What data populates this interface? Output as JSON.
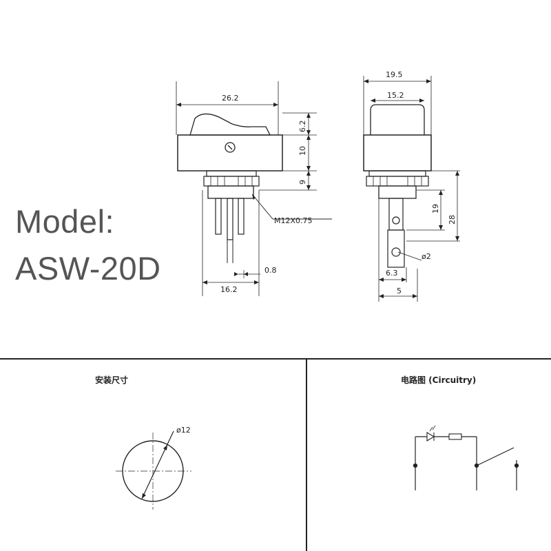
{
  "model": {
    "label": "Model:",
    "number": "ASW-20D"
  },
  "front_view": {
    "width_top": "26.2",
    "height_rocker": "6.2",
    "height_body": "10",
    "height_nut": "9",
    "thread": "M12X0.75",
    "terminal_thickness": "0.8",
    "base_width": "16.2"
  },
  "side_view": {
    "width_outer": "19.5",
    "width_inner": "15.2",
    "height_terminal": "19",
    "height_total": "28",
    "hole_diameter": "ø2",
    "terminal_width": "6.3",
    "terminal_base": "5"
  },
  "mounting": {
    "title": "安装尺寸",
    "hole_diameter": "ø12"
  },
  "circuitry": {
    "title": "电路图 (Circuitry)"
  },
  "colors": {
    "line": "#222222",
    "model_text": "#555555"
  }
}
